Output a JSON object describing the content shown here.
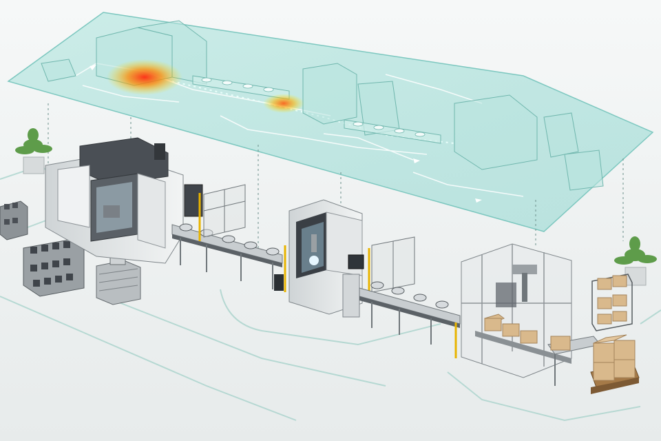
{
  "scene": {
    "description_items": {
      "floor_color": "#e9eded",
      "twin_panel_color": "#8fd6cf",
      "flow_line_color": "#9ccfc7",
      "hotspot_primary": "#ff3b1f",
      "hotspot_secondary": "#ffb000",
      "machine_body": "#e3e6e7",
      "machine_dark": "#4a4f55",
      "accent_yellow": "#e8b400",
      "box_color": "#d9b98c",
      "plant_color": "#5e9c4a"
    },
    "hotspots": [
      {
        "name": "machining-center",
        "intensity": 1.0
      },
      {
        "name": "inspection-cell",
        "intensity": 0.6
      }
    ]
  }
}
